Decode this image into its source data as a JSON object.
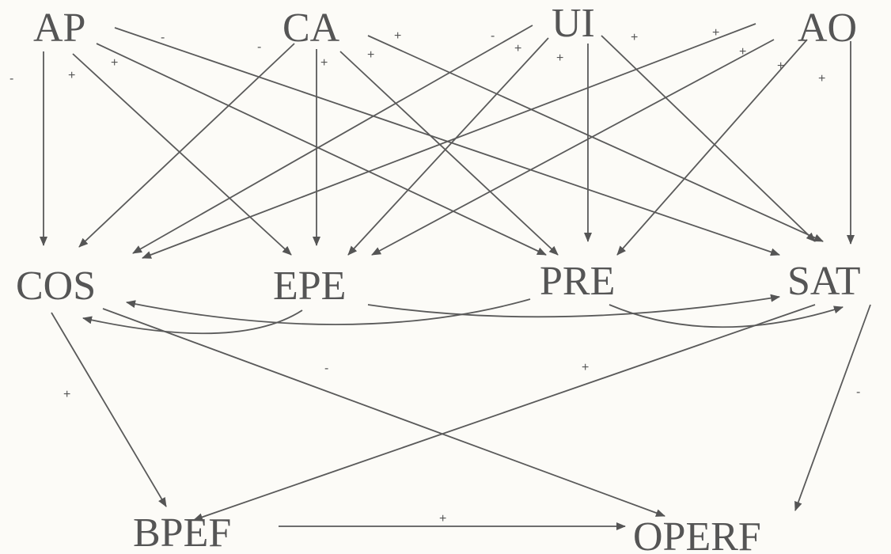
{
  "nodes": {
    "AP": "AP",
    "CA": "CA",
    "UI": "UI",
    "AO": "AO",
    "COS": "COS",
    "EPE": "EPE",
    "PRE": "PRE",
    "SAT": "SAT",
    "BPEF": "BPEF",
    "OPERF": "OPERF"
  },
  "edges": [
    {
      "from": "AP",
      "to": "COS",
      "sign": "-"
    },
    {
      "from": "AP",
      "to": "EPE",
      "sign": "+"
    },
    {
      "from": "AP",
      "to": "PRE",
      "sign": "+"
    },
    {
      "from": "AP",
      "to": "SAT",
      "sign": "-"
    },
    {
      "from": "CA",
      "to": "COS",
      "sign": "-"
    },
    {
      "from": "CA",
      "to": "EPE",
      "sign": "+"
    },
    {
      "from": "CA",
      "to": "PRE",
      "sign": "+"
    },
    {
      "from": "CA",
      "to": "SAT",
      "sign": "+"
    },
    {
      "from": "UI",
      "to": "COS",
      "sign": "-"
    },
    {
      "from": "UI",
      "to": "EPE",
      "sign": "+"
    },
    {
      "from": "UI",
      "to": "PRE",
      "sign": "+"
    },
    {
      "from": "UI",
      "to": "SAT",
      "sign": "+"
    },
    {
      "from": "AO",
      "to": "COS",
      "sign": "+"
    },
    {
      "from": "AO",
      "to": "EPE",
      "sign": "+"
    },
    {
      "from": "AO",
      "to": "PRE",
      "sign": "+"
    },
    {
      "from": "AO",
      "to": "SAT",
      "sign": "+"
    },
    {
      "from": "EPE",
      "to": "COS",
      "sign": ""
    },
    {
      "from": "PRE",
      "to": "COS",
      "sign": ""
    },
    {
      "from": "EPE",
      "to": "SAT",
      "sign": ""
    },
    {
      "from": "PRE",
      "to": "SAT",
      "sign": ""
    },
    {
      "from": "COS",
      "to": "BPEF",
      "sign": "+"
    },
    {
      "from": "COS",
      "to": "OPERF",
      "sign": "-"
    },
    {
      "from": "SAT",
      "to": "BPEF",
      "sign": "+"
    },
    {
      "from": "SAT",
      "to": "OPERF",
      "sign": "-"
    },
    {
      "from": "BPEF",
      "to": "OPERF",
      "sign": "+"
    }
  ]
}
